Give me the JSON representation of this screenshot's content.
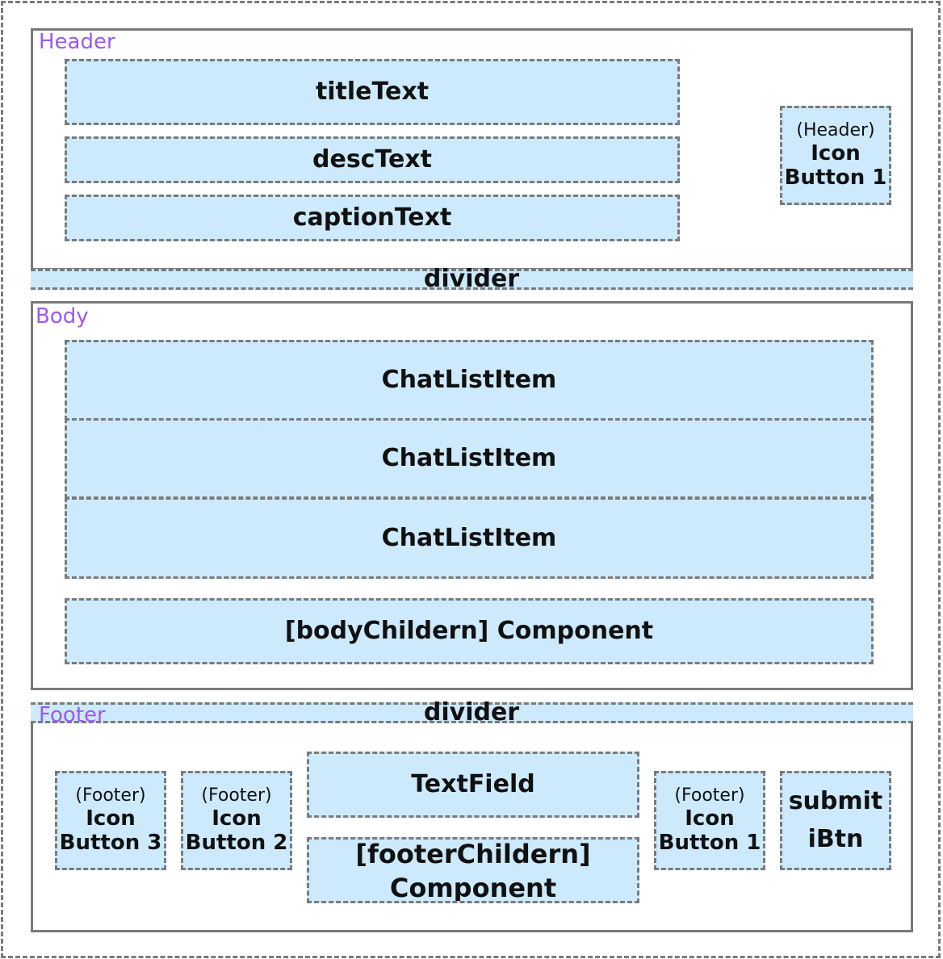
{
  "header": {
    "label": "Header",
    "title_text": "titleText",
    "desc_text": "descText",
    "caption_text": "captionText",
    "icon_button": {
      "caption": "(Header)",
      "name": "Icon\nButton 1"
    }
  },
  "divider_label": "divider",
  "body": {
    "label": "Body",
    "chat_items": [
      "ChatListItem",
      "ChatListItem",
      "ChatListItem"
    ],
    "children_component": "[bodyChildern] Component"
  },
  "footer": {
    "label": "Footer",
    "icon_button_3": {
      "caption": "(Footer)",
      "name": "Icon\nButton 3"
    },
    "icon_button_2": {
      "caption": "(Footer)",
      "name": "Icon\nButton 2"
    },
    "text_field": "TextField",
    "children_component": "[footerChildern]\nComponent",
    "icon_button_1": {
      "caption": "(Footer)",
      "name": "Icon\nButton 1"
    },
    "submit_button": "submit\niBtn"
  },
  "colors": {
    "box_fill": "#cdeafd",
    "border": "#7a7a7a",
    "section_label": "#9b59f5"
  }
}
